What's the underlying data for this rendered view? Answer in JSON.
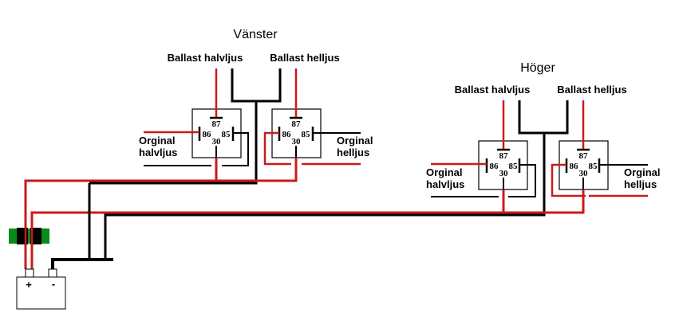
{
  "diagram": {
    "groups": [
      {
        "id": "left",
        "title": "Vänster",
        "ballast_low_label": "Ballast halvljus",
        "ballast_high_label": "Ballast helljus",
        "orig_low_label": [
          "Orginal",
          "halvljus"
        ],
        "orig_high_label": [
          "Orginal",
          "helljus"
        ]
      },
      {
        "id": "right",
        "title": "Höger",
        "ballast_low_label": "Ballast halvljus",
        "ballast_high_label": "Ballast helljus",
        "orig_low_label": [
          "Orginal",
          "halvljus"
        ],
        "orig_high_label": [
          "Orginal",
          "helljus"
        ]
      }
    ],
    "relay_pins": {
      "p87": "87",
      "p86": "86",
      "p85": "85",
      "p30": "30"
    },
    "battery": {
      "plus": "+",
      "minus": "-"
    },
    "colors": {
      "power_wire": "#cc1a1a",
      "ground_wire": "#000000",
      "fuse_holder": "#0a8a1a"
    }
  }
}
